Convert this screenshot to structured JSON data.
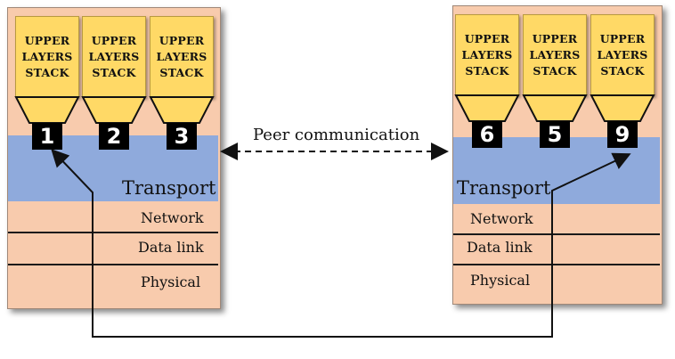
{
  "left_host": {
    "apps": [
      {
        "lines": [
          "UPPER",
          "LAYERS",
          "STACK"
        ]
      },
      {
        "lines": [
          "UPPER",
          "LAYERS",
          "STACK"
        ]
      },
      {
        "lines": [
          "UPPER",
          "LAYERS",
          "STACK"
        ]
      }
    ],
    "ports": [
      "1",
      "2",
      "3"
    ],
    "transport_label": "Transport",
    "layers": [
      "Network",
      "Data link",
      "Physical"
    ]
  },
  "right_host": {
    "apps": [
      {
        "lines": [
          "UPPER",
          "LAYERS",
          "STACK"
        ]
      },
      {
        "lines": [
          "UPPER",
          "LAYERS",
          "STACK"
        ]
      },
      {
        "lines": [
          "UPPER",
          "LAYERS",
          "STACK"
        ]
      }
    ],
    "ports": [
      "6",
      "5",
      "9"
    ],
    "transport_label": "Transport",
    "layers": [
      "Network",
      "Data link",
      "Physical"
    ]
  },
  "peer_label": "Peer communication"
}
